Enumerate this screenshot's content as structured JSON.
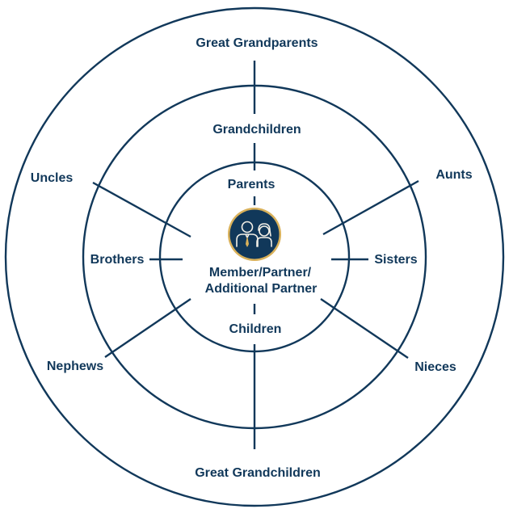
{
  "colors": {
    "primary": "#11385a",
    "badge_fill": "#11385a",
    "badge_ring": "#d9b15a",
    "icon_stroke": "#f2efe6"
  },
  "center": {
    "icon": "people-icon",
    "label_line1": "Member/Partner/",
    "label_line2": "Additional Partner"
  },
  "inner_ring": {
    "top": "Parents",
    "left": "Brothers",
    "right": "Sisters",
    "bottom": "Children"
  },
  "middle_ring": {
    "top": "Grandchildren",
    "upper_left": "Uncles",
    "upper_right": "Aunts",
    "lower_left": "Nephews",
    "lower_right": "Nieces"
  },
  "outer_ring": {
    "top": "Great Grandparents",
    "bottom": "Great Grandchildren"
  }
}
